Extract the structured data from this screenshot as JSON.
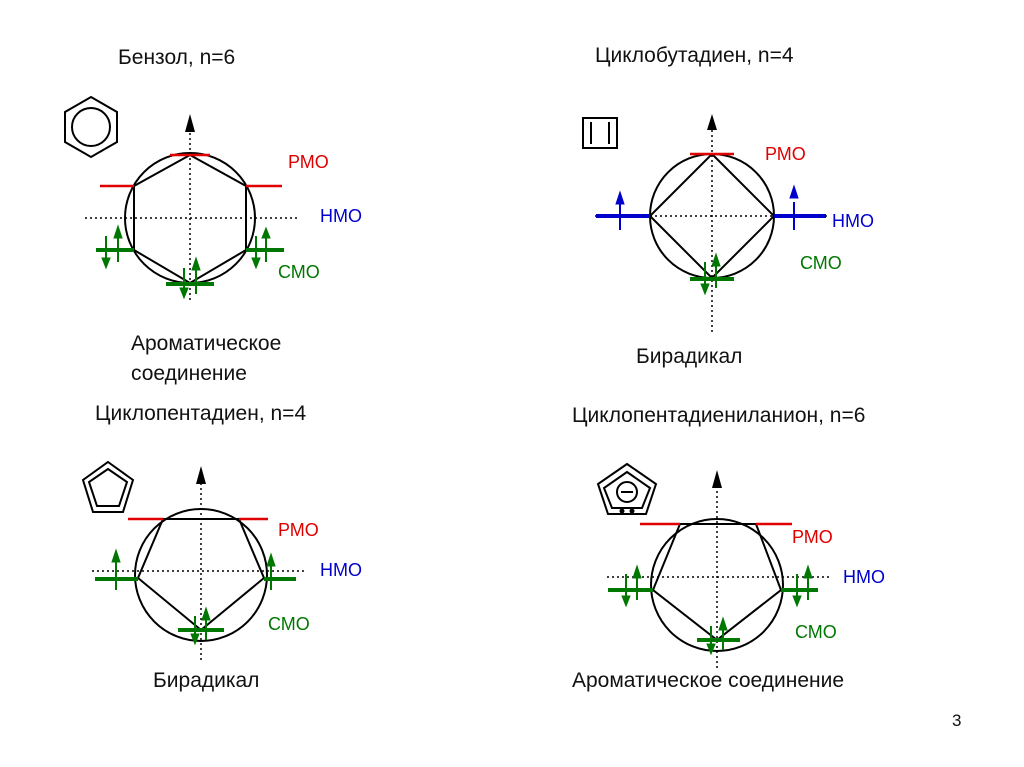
{
  "panels": {
    "benzene": {
      "title": "Бензол, n=6",
      "caption_line1": "Ароматическое",
      "caption_line2": "соединение",
      "rmo": "РМО",
      "nmo": "НМО",
      "smo": "СМО"
    },
    "cyclobutadiene": {
      "title": "Циклобутадиен, n=4",
      "caption": "Бирадикал",
      "rmo": "РМО",
      "nmo": "НМО",
      "smo": "СМО"
    },
    "cyclopentadiene": {
      "title": "Циклопентадиен, n=4",
      "caption": "Бирадикал",
      "rmo": "РМО",
      "nmo": "НМО",
      "smo": "СМО"
    },
    "cyclopentadienyl_anion": {
      "title": "Циклопентадиениланион, n=6",
      "caption": "Ароматическое соединение",
      "rmo": "РМО",
      "nmo": "НМО",
      "smo": "СМО"
    }
  },
  "colors": {
    "rmo": "#e00000",
    "nmo": "#0000cc",
    "smo": "#007700"
  },
  "page_number": "3"
}
